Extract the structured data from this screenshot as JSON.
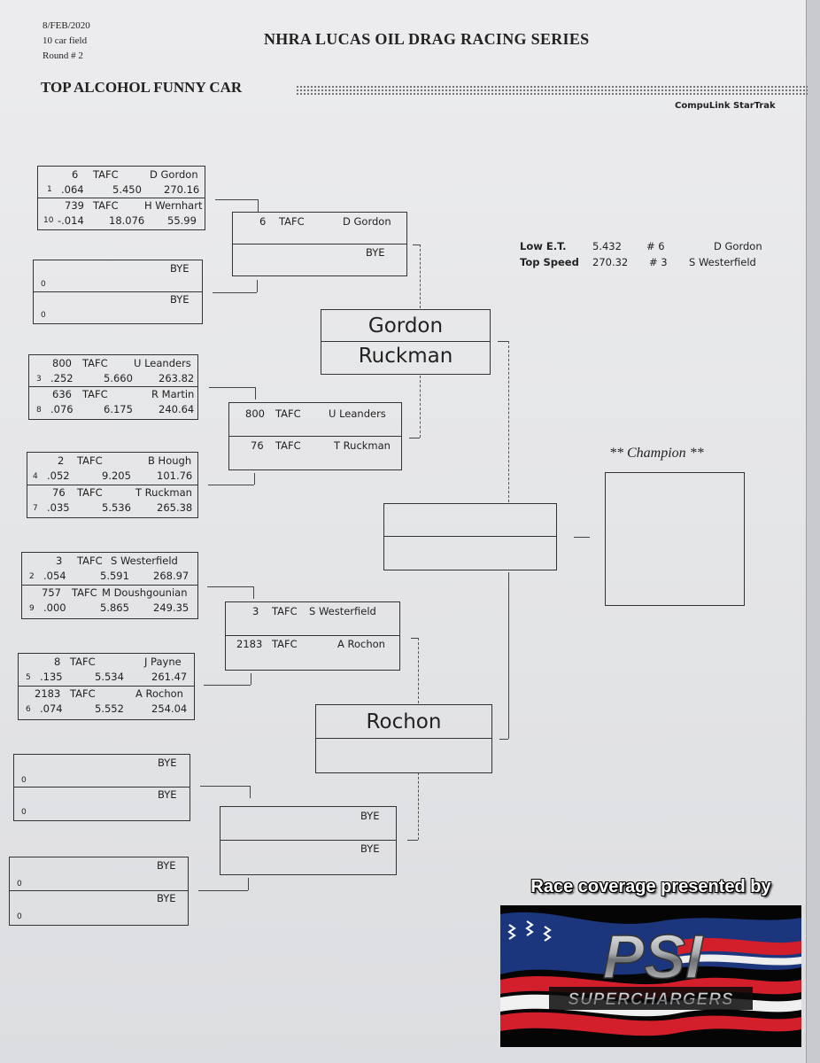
{
  "header": {
    "date": "8/FEB/2020",
    "field": "10 car field",
    "round": "Round # 2",
    "series_title": "NHRA LUCAS OIL DRAG RACING SERIES",
    "class_title": "TOP ALCOHOL FUNNY CAR",
    "software": "CompuLink StarTrak"
  },
  "round1": [
    {
      "top": {
        "num": "6",
        "cls": "TAFC",
        "driver": "D Gordon",
        "seed": "1",
        "rt": ".064",
        "et": "5.450",
        "mph": "270.16"
      },
      "bot": {
        "num": "739",
        "cls": "TAFC",
        "driver": "H Wernhart",
        "seed": "10",
        "rt": "-.014",
        "et": "18.076",
        "mph": "55.99"
      }
    },
    {
      "top": {
        "driver": "BYE",
        "seed": "0"
      },
      "bot": {
        "driver": "BYE",
        "seed": "0"
      }
    },
    {
      "top": {
        "num": "800",
        "cls": "TAFC",
        "driver": "U Leanders",
        "seed": "3",
        "rt": ".252",
        "et": "5.660",
        "mph": "263.82"
      },
      "bot": {
        "num": "636",
        "cls": "TAFC",
        "driver": "R Martin",
        "seed": "8",
        "rt": ".076",
        "et": "6.175",
        "mph": "240.64"
      }
    },
    {
      "top": {
        "num": "2",
        "cls": "TAFC",
        "driver": "B Hough",
        "seed": "4",
        "rt": ".052",
        "et": "9.205",
        "mph": "101.76"
      },
      "bot": {
        "num": "76",
        "cls": "TAFC",
        "driver": "T Ruckman",
        "seed": "7",
        "rt": ".035",
        "et": "5.536",
        "mph": "265.38"
      }
    },
    {
      "top": {
        "num": "3",
        "cls": "TAFC",
        "driver": "S Westerfield",
        "seed": "2",
        "rt": ".054",
        "et": "5.591",
        "mph": "268.97"
      },
      "bot": {
        "num": "757",
        "cls": "TAFC",
        "driver": "M Doushgounian",
        "seed": "9",
        "rt": ".000",
        "et": "5.865",
        "mph": "249.35"
      }
    },
    {
      "top": {
        "num": "8",
        "cls": "TAFC",
        "driver": "J Payne",
        "seed": "5",
        "rt": ".135",
        "et": "5.534",
        "mph": "261.47"
      },
      "bot": {
        "num": "2183",
        "cls": "TAFC",
        "driver": "A Rochon",
        "seed": "6",
        "rt": ".074",
        "et": "5.552",
        "mph": "254.04"
      }
    },
    {
      "top": {
        "driver": "BYE",
        "seed": "0"
      },
      "bot": {
        "driver": "BYE",
        "seed": "0"
      }
    },
    {
      "top": {
        "driver": "BYE",
        "seed": "0"
      },
      "bot": {
        "driver": "BYE",
        "seed": "0"
      }
    }
  ],
  "round2": [
    {
      "top": {
        "num": "6",
        "cls": "TAFC",
        "driver": "D Gordon"
      },
      "bot": {
        "driver": "BYE"
      }
    },
    {
      "top": {
        "num": "800",
        "cls": "TAFC",
        "driver": "U Leanders"
      },
      "bot": {
        "num": "76",
        "cls": "TAFC",
        "driver": "T Ruckman"
      }
    },
    {
      "top": {
        "num": "3",
        "cls": "TAFC",
        "driver": "S Westerfield"
      },
      "bot": {
        "num": "2183",
        "cls": "TAFC",
        "driver": "A Rochon"
      }
    },
    {
      "top": {
        "driver": "BYE"
      },
      "bot": {
        "driver": "BYE"
      }
    }
  ],
  "semis": [
    {
      "top": "Gordon",
      "bot": "Ruckman"
    },
    {
      "top": "Rochon",
      "bot": ""
    }
  ],
  "final": {
    "top": "",
    "bot": ""
  },
  "stats": {
    "low_et": {
      "label": "Low  E.T.",
      "value": "5.432",
      "car": "# 6",
      "driver": "D Gordon"
    },
    "top_speed": {
      "label": "Top Speed",
      "value": "270.32",
      "car": "# 3",
      "driver": "S Westerfield"
    }
  },
  "champion_label": "** Champion **",
  "sponsor": {
    "text": "Race coverage presented by",
    "logo": "PSI",
    "sub": "SUPERCHARGERS"
  }
}
